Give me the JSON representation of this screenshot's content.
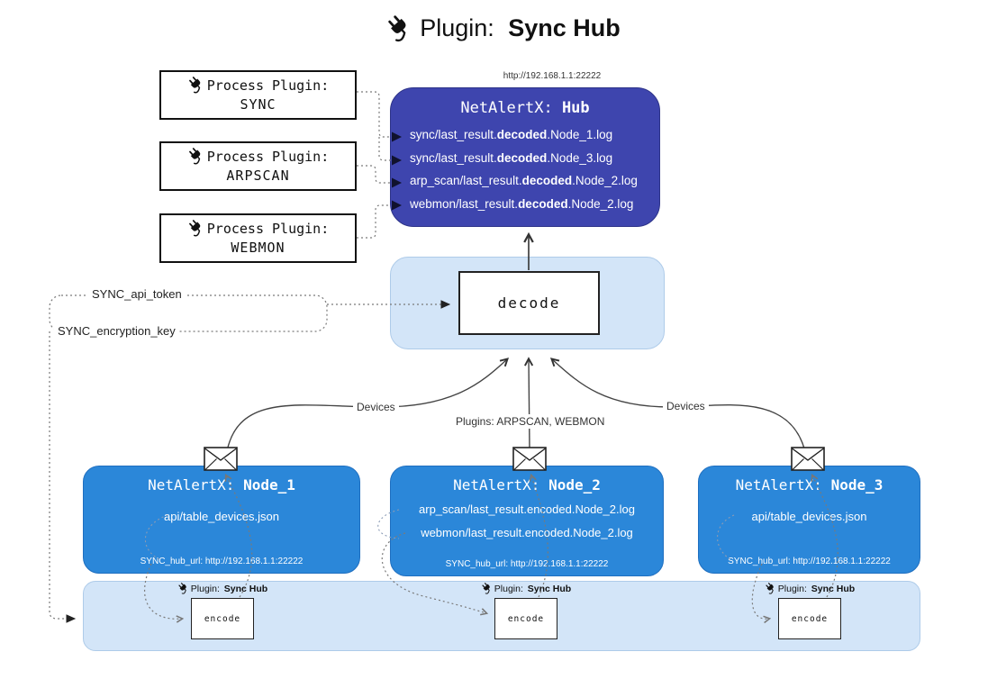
{
  "title": {
    "label": "Plugin: ",
    "bold": "Sync Hub"
  },
  "process_plugins": [
    {
      "label": "Process Plugin:",
      "name": "SYNC"
    },
    {
      "label": "Process Plugin:",
      "name": "ARPSCAN"
    },
    {
      "label": "Process Plugin:",
      "name": "WEBMON"
    }
  ],
  "hub": {
    "url": "http://192.168.1.1:22222",
    "title": "NetAlertX: ",
    "title_bold": "Hub",
    "lines": [
      {
        "pre": "sync/last_result.",
        "bold": "decoded",
        "post": ".Node_1.log"
      },
      {
        "pre": "sync/last_result.",
        "bold": "decoded",
        "post": ".Node_3.log"
      },
      {
        "pre": "arp_scan/last_result.",
        "bold": "decoded",
        "post": ".Node_2.log"
      },
      {
        "pre": "webmon/last_result.",
        "bold": "decoded",
        "post": ".Node_2.log"
      }
    ]
  },
  "decode": {
    "label": "decode"
  },
  "secrets": {
    "api_token": "SYNC_api_token",
    "encryption_key": "SYNC_encryption_key"
  },
  "edges": {
    "devices_left": "Devices",
    "plugins_center": "Plugins: ARPSCAN, WEBMON",
    "devices_right": "Devices"
  },
  "nodes": [
    {
      "title": "NetAlertX: ",
      "title_bold": "Node_1",
      "lines": [
        "api/table_devices.json"
      ],
      "footer": "SYNC_hub_url: http://192.168.1.1:22222"
    },
    {
      "title": "NetAlertX: ",
      "title_bold": "Node_2",
      "lines": [
        "arp_scan/last_result.encoded.Node_2.log",
        "webmon/last_result.encoded.Node_2.log"
      ],
      "footer": "SYNC_hub_url: http://192.168.1.1:22222"
    },
    {
      "title": "NetAlertX: ",
      "title_bold": "Node_3",
      "lines": [
        "api/table_devices.json"
      ],
      "footer": "SYNC_hub_url: http://192.168.1.1:22222"
    }
  ],
  "encoders": [
    {
      "plugin_label": "Plugin: ",
      "plugin_bold": "Sync Hub",
      "box": "encode"
    },
    {
      "plugin_label": "Plugin: ",
      "plugin_bold": "Sync Hub",
      "box": "encode"
    },
    {
      "plugin_label": "Plugin: ",
      "plugin_bold": "Sync Hub",
      "box": "encode"
    }
  ],
  "colors": {
    "hub_bg": "#3e45ae",
    "node_bg": "#2b87d9",
    "panel_bg": "#d3e5f8",
    "panel_border": "#aecbe9"
  }
}
